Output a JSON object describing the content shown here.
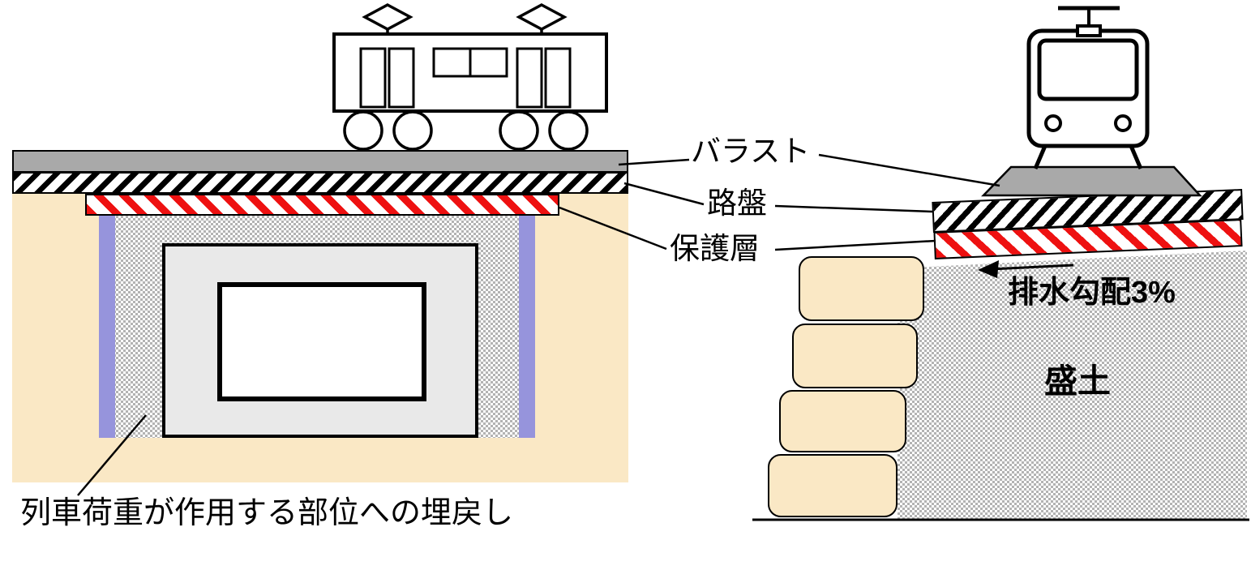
{
  "labels": {
    "ballast": "バラスト",
    "roadbed": "路盤",
    "protective_layer": "保護層",
    "drainage_gradient": "排水勾配3%",
    "embankment": "盛土",
    "backfill_caption": "列車荷重が作用する部位への埋戻し"
  },
  "colors": {
    "beige": "#FAE8C5",
    "ballast_gray": "#A9A9A9",
    "hatch_red": "#EE1111",
    "purple_strip": "#9694DC",
    "culvert_gray": "#E9E9E9",
    "checker_gray": "#B3B3B3"
  }
}
